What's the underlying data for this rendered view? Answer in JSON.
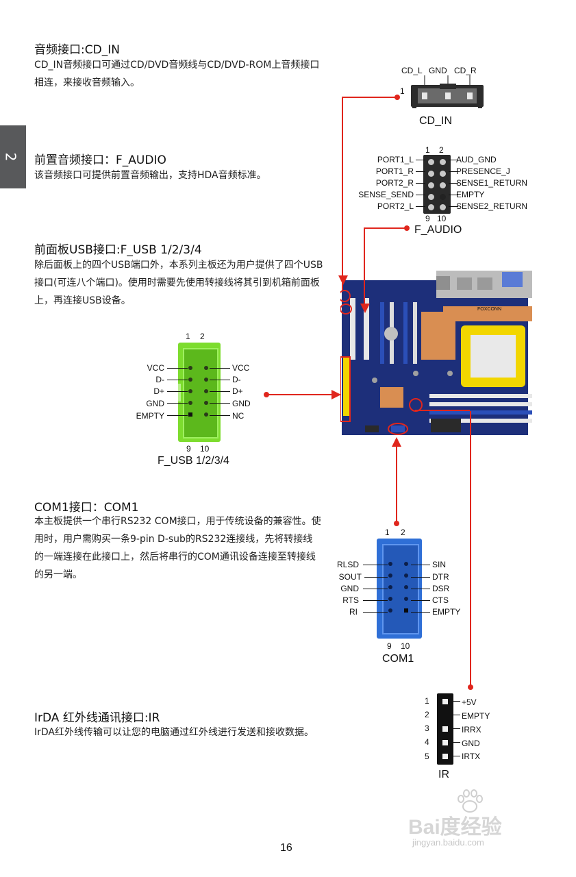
{
  "side_tab": "2",
  "sections": {
    "cd_in": {
      "title": "音频接口:CD_IN",
      "body": "CD_IN音频接口可通过CD/DVD音频线与CD/DVD-ROM上音频接口相连，来接收音频输入。"
    },
    "f_audio": {
      "title": "前置音频接口：F_AUDIO",
      "body": "该音频接口可提供前置音频输出，支持HDA音频标准。"
    },
    "f_usb": {
      "title": "前面板USB接口:F_USB 1/2/3/4",
      "body": "除后面板上的四个USB端口外，本系列主板还为用户提供了四个USB接口(可连八个端口)。使用时需要先使用转接线将其引到机箱前面板上，再连接USB设备。"
    },
    "com1": {
      "title": "COM1接口：COM1",
      "body": "本主板提供一个串行RS232 COM接口，用于传统设备的兼容性。使用时，用户需购买一条9-pin D-sub的RS232连接线，先将转接线的一端连接在此接口上，然后将串行的COM通讯设备连接至转接线的另一端。"
    },
    "ir": {
      "title": "IrDA  红外线通讯接口:IR",
      "body": "IrDA红外线传输可以让您的电脑通过红外线进行发送和接收数据。"
    }
  },
  "diagrams": {
    "cd_in": {
      "pin_labels": [
        "CD_L",
        "GND",
        "CD_R"
      ],
      "pin_one": "1",
      "caption": "CD_IN"
    },
    "f_audio": {
      "top_numbers": [
        "1",
        "2"
      ],
      "bottom_numbers": [
        "9",
        "10"
      ],
      "left_labels": [
        "PORT1_L",
        "PORT1_R",
        "PORT2_R",
        "SENSE_SEND",
        "PORT2_L"
      ],
      "right_labels": [
        "AUD_GND",
        "PRESENCE_J",
        "SENSE1_RETURN",
        "EMPTY",
        "SENSE2_RETURN"
      ],
      "caption": "F_AUDIO"
    },
    "f_usb": {
      "top_numbers": [
        "1",
        "2"
      ],
      "bottom_numbers": [
        "9",
        "10"
      ],
      "left_labels": [
        "VCC",
        "D-",
        "D+",
        "GND",
        "EMPTY"
      ],
      "right_labels": [
        "VCC",
        "D-",
        "D+",
        "GND",
        "NC"
      ],
      "caption": "F_USB 1/2/3/4",
      "color": "#7ddc2e"
    },
    "com1": {
      "top_numbers": [
        "1",
        "2"
      ],
      "bottom_numbers": [
        "9",
        "10"
      ],
      "left_labels": [
        "RLSD",
        "SOUT",
        "GND",
        "RTS",
        "RI"
      ],
      "right_labels": [
        "SIN",
        "DTR",
        "DSR",
        "CTS",
        "EMPTY"
      ],
      "caption": "COM1",
      "color": "#2f6fd6"
    },
    "ir": {
      "pin_numbers": [
        "1",
        "2",
        "3",
        "4",
        "5"
      ],
      "pin_labels": [
        "+5V",
        "EMPTY",
        "IRRX",
        "GND",
        "IRTX"
      ],
      "caption": "IR"
    },
    "motherboard": {
      "brand": "FOXCONN"
    }
  },
  "colors": {
    "pointer": "#e0261d",
    "board": "#1d2f7a"
  },
  "page_number": "16",
  "watermark": {
    "logo": "Bai度经验",
    "url": "jingyan.baidu.com"
  }
}
